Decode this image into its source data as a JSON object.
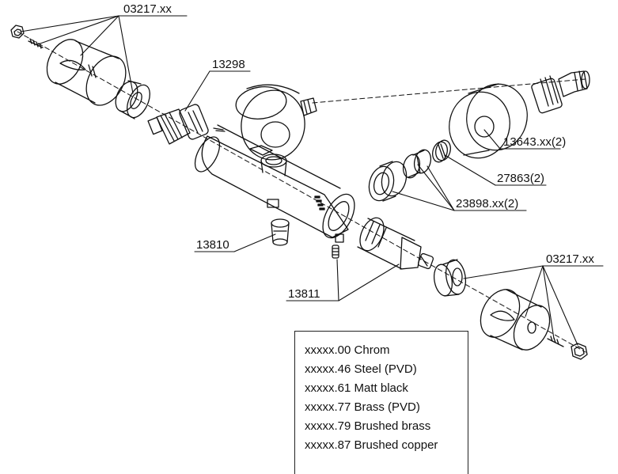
{
  "part_labels": {
    "cap_top": "03217.xx",
    "cartridge_small": "13298",
    "flange": "13643.xx(2)",
    "filter": "27863(2)",
    "nut_set": "23898.xx(2)",
    "check_valve": "13810",
    "thermo_cartridge": "13811",
    "cap_bottom": "03217.xx"
  },
  "finishes": [
    "xxxxx.00 Chrom",
    "xxxxx.46 Steel (PVD)",
    "xxxxx.61 Matt black",
    "xxxxx.77 Brass (PVD)",
    "xxxxx.79 Brushed brass",
    "xxxxx.87 Brushed copper"
  ]
}
